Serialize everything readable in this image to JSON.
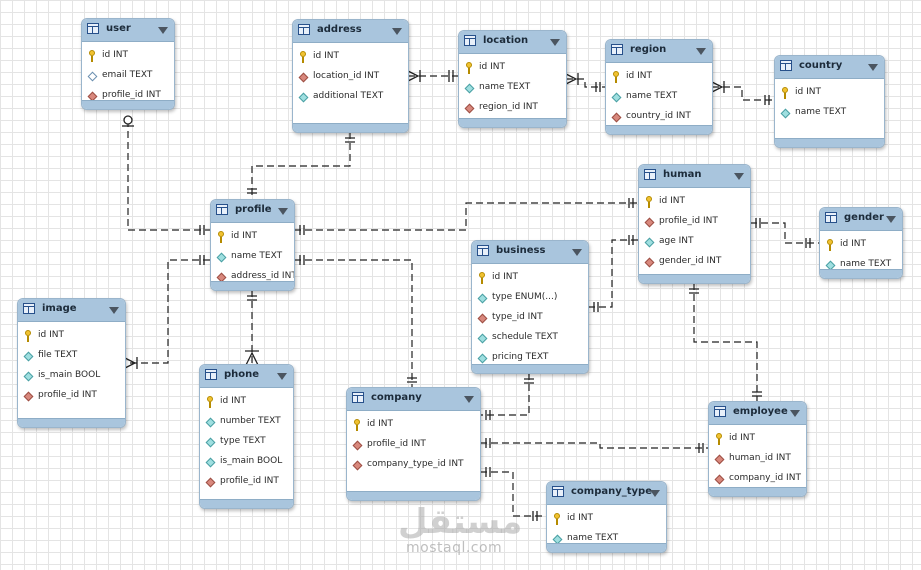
{
  "tables": [
    {
      "id": "user",
      "name": "user",
      "columns": [
        {
          "icon": "key-icon",
          "text": "id INT"
        },
        {
          "icon": "attr-white-icon",
          "text": "email TEXT"
        },
        {
          "icon": "fk-icon",
          "text": "profile_id INT"
        }
      ]
    },
    {
      "id": "address",
      "name": "address",
      "columns": [
        {
          "icon": "key-icon",
          "text": "id INT"
        },
        {
          "icon": "fk-icon",
          "text": "location_id INT"
        },
        {
          "icon": "attr-icon",
          "text": "additional TEXT"
        }
      ]
    },
    {
      "id": "location",
      "name": "location",
      "columns": [
        {
          "icon": "key-icon",
          "text": "id INT"
        },
        {
          "icon": "attr-icon",
          "text": "name TEXT"
        },
        {
          "icon": "fk-icon",
          "text": "region_id INT"
        }
      ]
    },
    {
      "id": "region",
      "name": "region",
      "columns": [
        {
          "icon": "key-icon",
          "text": "id INT"
        },
        {
          "icon": "attr-icon",
          "text": "name TEXT"
        },
        {
          "icon": "fk-icon",
          "text": "country_id INT"
        }
      ]
    },
    {
      "id": "country",
      "name": "country",
      "columns": [
        {
          "icon": "key-icon",
          "text": "id INT"
        },
        {
          "icon": "attr-icon",
          "text": "name TEXT"
        }
      ]
    },
    {
      "id": "profile",
      "name": "profile",
      "columns": [
        {
          "icon": "key-icon",
          "text": "id INT"
        },
        {
          "icon": "attr-icon",
          "text": "name TEXT"
        },
        {
          "icon": "fk-icon",
          "text": "address_id INT"
        }
      ]
    },
    {
      "id": "human",
      "name": "human",
      "columns": [
        {
          "icon": "key-icon",
          "text": "id INT"
        },
        {
          "icon": "fk-icon",
          "text": "profile_id INT"
        },
        {
          "icon": "attr-icon",
          "text": "age INT"
        },
        {
          "icon": "fk-icon",
          "text": "gender_id INT"
        }
      ]
    },
    {
      "id": "gender",
      "name": "gender",
      "columns": [
        {
          "icon": "key-icon",
          "text": "id INT"
        },
        {
          "icon": "attr-icon",
          "text": "name TEXT"
        }
      ]
    },
    {
      "id": "business",
      "name": "business",
      "columns": [
        {
          "icon": "key-icon",
          "text": "id INT"
        },
        {
          "icon": "attr-icon",
          "text": "type ENUM(...)"
        },
        {
          "icon": "fk-icon",
          "text": "type_id INT"
        },
        {
          "icon": "attr-icon",
          "text": "schedule TEXT"
        },
        {
          "icon": "attr-icon",
          "text": "pricing TEXT"
        }
      ]
    },
    {
      "id": "image",
      "name": "image",
      "columns": [
        {
          "icon": "key-icon",
          "text": "id INT"
        },
        {
          "icon": "attr-icon",
          "text": "file TEXT"
        },
        {
          "icon": "attr-icon",
          "text": "is_main BOOL"
        },
        {
          "icon": "fk-icon",
          "text": "profile_id INT"
        }
      ]
    },
    {
      "id": "phone",
      "name": "phone",
      "columns": [
        {
          "icon": "key-icon",
          "text": "id INT"
        },
        {
          "icon": "attr-icon",
          "text": "number TEXT"
        },
        {
          "icon": "attr-icon",
          "text": "type TEXT"
        },
        {
          "icon": "attr-icon",
          "text": "is_main BOOL"
        },
        {
          "icon": "fk-icon",
          "text": "profile_id INT"
        }
      ]
    },
    {
      "id": "company",
      "name": "company",
      "columns": [
        {
          "icon": "key-icon",
          "text": "id INT"
        },
        {
          "icon": "fk-icon",
          "text": "profile_id INT"
        },
        {
          "icon": "fk-icon",
          "text": "company_type_id INT"
        }
      ]
    },
    {
      "id": "employee",
      "name": "employee",
      "columns": [
        {
          "icon": "key-icon",
          "text": "id INT"
        },
        {
          "icon": "fk-icon",
          "text": "human_id INT"
        },
        {
          "icon": "fk-icon",
          "text": "company_id INT"
        }
      ]
    },
    {
      "id": "company_type",
      "name": "company_type",
      "columns": [
        {
          "icon": "key-icon",
          "text": "id INT"
        },
        {
          "icon": "attr-icon",
          "text": "name TEXT"
        }
      ]
    }
  ],
  "watermark": {
    "arabic": "مستقل",
    "latin": "mostaql.com"
  }
}
